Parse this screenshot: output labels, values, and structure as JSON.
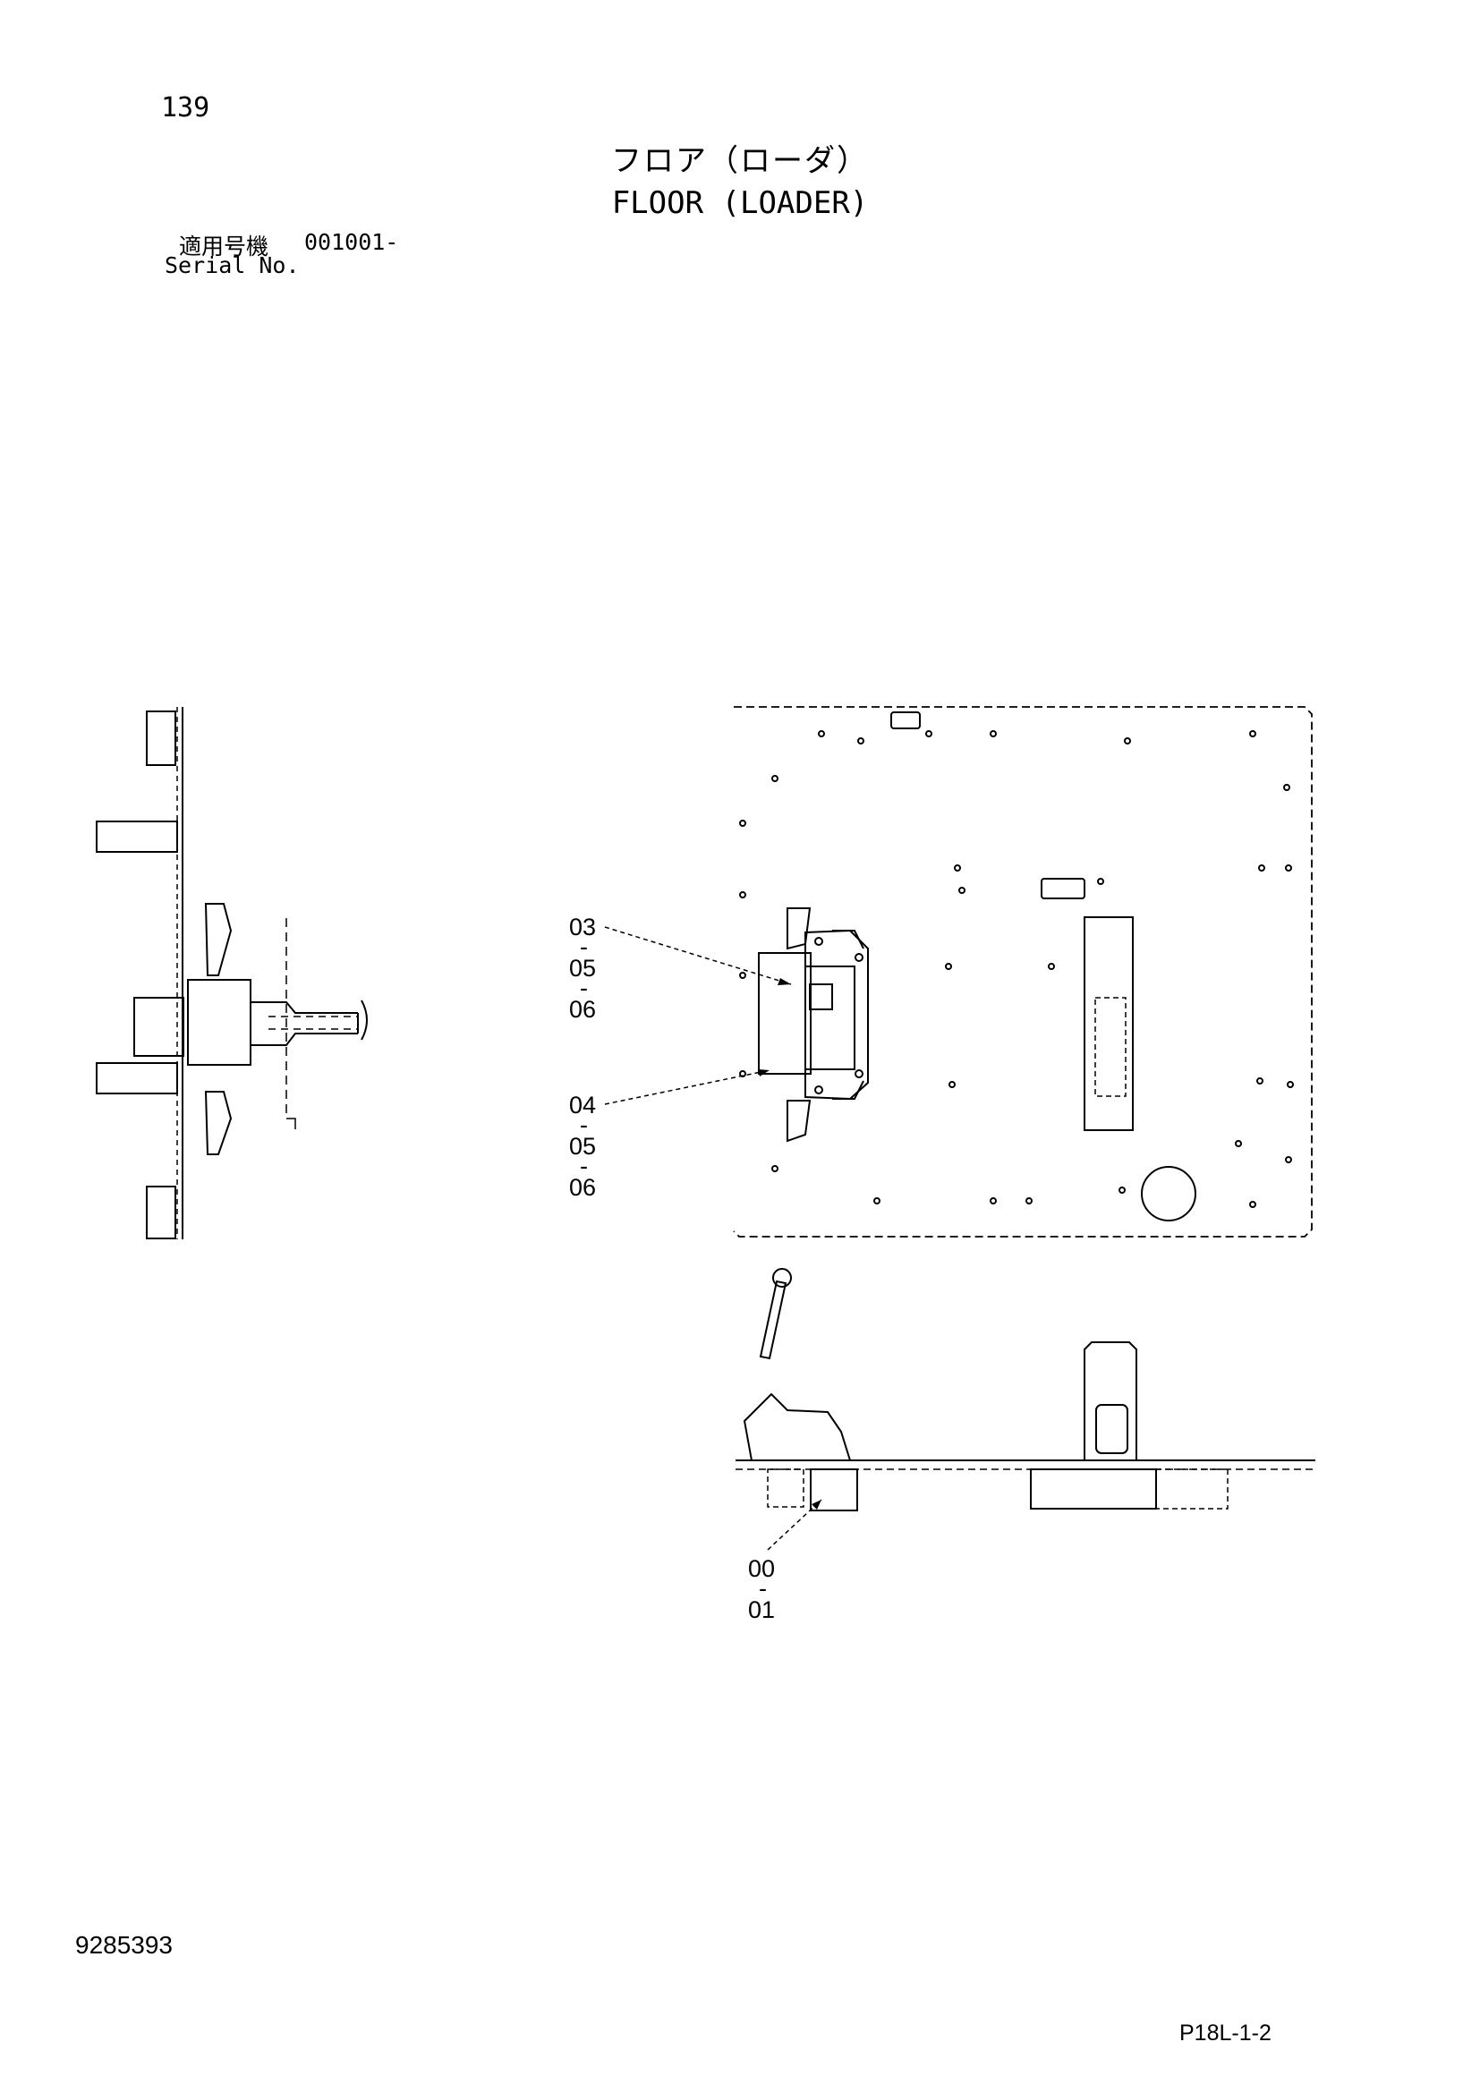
{
  "header": {
    "page_number": "139",
    "title_ja": "フロア（ローダ）",
    "title_en": "FLOOR (LOADER)",
    "serial_label_ja": "適用号機",
    "serial_value": "001001-",
    "serial_label_en": "Serial No."
  },
  "callouts": [
    {
      "id": "group-upper",
      "lines": [
        "03",
        "-",
        "05",
        "-",
        "06"
      ]
    },
    {
      "id": "group-lower",
      "lines": [
        "04",
        "-",
        "05",
        "-",
        "06"
      ]
    },
    {
      "id": "group-bottom",
      "lines": [
        "00",
        "-",
        "01"
      ]
    }
  ],
  "footer": {
    "doc_number": "9285393",
    "page_code": "P18L-1-2"
  }
}
